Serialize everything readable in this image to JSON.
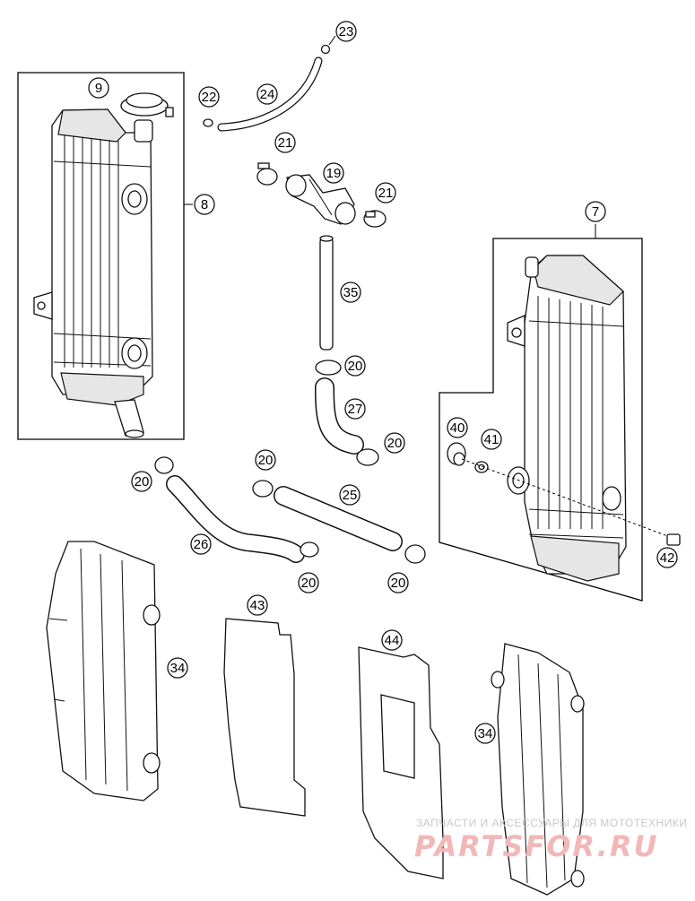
{
  "callouts": {
    "c23": "23",
    "c22": "22",
    "c24": "24",
    "c9": "9",
    "c8": "8",
    "c21a": "21",
    "c19": "19",
    "c21b": "21",
    "c7": "7",
    "c35": "35",
    "c20a": "20",
    "c27": "27",
    "c20b": "20",
    "c40": "40",
    "c41": "41",
    "c20c": "20",
    "c20d": "20",
    "c25": "25",
    "c26": "26",
    "c42": "42",
    "c20e": "20",
    "c20f": "20",
    "c43": "43",
    "c44": "44",
    "c34a": "34",
    "c34b": "34"
  },
  "watermark": {
    "tagline": "ЗАПЧАСТИ И АКСЕССУАРЫ ДЛЯ МОТОТЕХНИКИ",
    "brand": "PARTSFOR.RU"
  }
}
